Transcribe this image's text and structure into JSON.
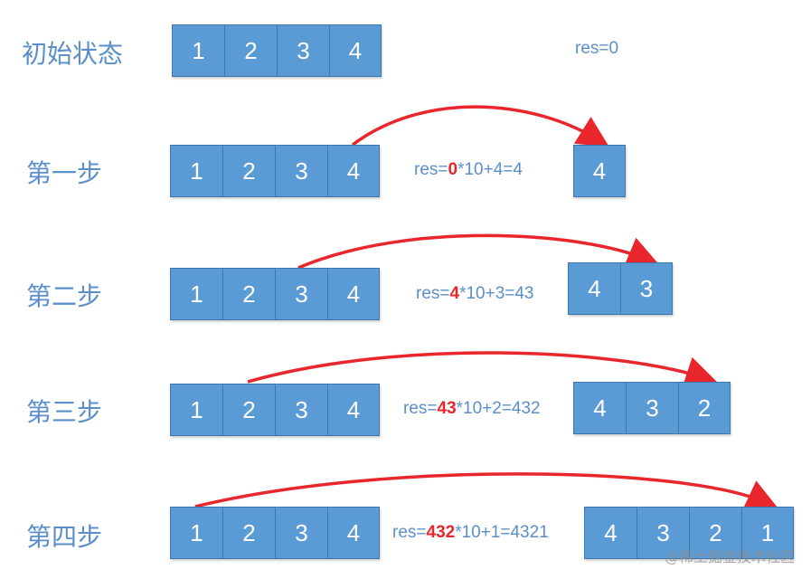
{
  "arrow_color": "#e8262c",
  "cell_color": "#5b9bd5",
  "label_color": "#5b8fc9",
  "steps": [
    {
      "label": "初始状态",
      "source": [
        "1",
        "2",
        "3",
        "4"
      ],
      "formula": {
        "pre": "res=0",
        "hl": "",
        "post": ""
      },
      "result": []
    },
    {
      "label": "第一步",
      "source": [
        "1",
        "2",
        "3",
        "4"
      ],
      "formula": {
        "pre": "res=",
        "hl": "0",
        "post": "*10+4=4"
      },
      "result": [
        "4"
      ]
    },
    {
      "label": "第二步",
      "source": [
        "1",
        "2",
        "3",
        "4"
      ],
      "formula": {
        "pre": "res=",
        "hl": "4",
        "post": "*10+3=43"
      },
      "result": [
        "4",
        "3"
      ]
    },
    {
      "label": "第三步",
      "source": [
        "1",
        "2",
        "3",
        "4"
      ],
      "formula": {
        "pre": "res=",
        "hl": "43",
        "post": "*10+2=432"
      },
      "result": [
        "4",
        "3",
        "2"
      ]
    },
    {
      "label": "第四步",
      "source": [
        "1",
        "2",
        "3",
        "4"
      ],
      "formula": {
        "pre": "res=",
        "hl": "432",
        "post": "*10+1=4321"
      },
      "result": [
        "4",
        "3",
        "2",
        "1"
      ]
    }
  ],
  "watermark": "@稀土掘金技术社区"
}
